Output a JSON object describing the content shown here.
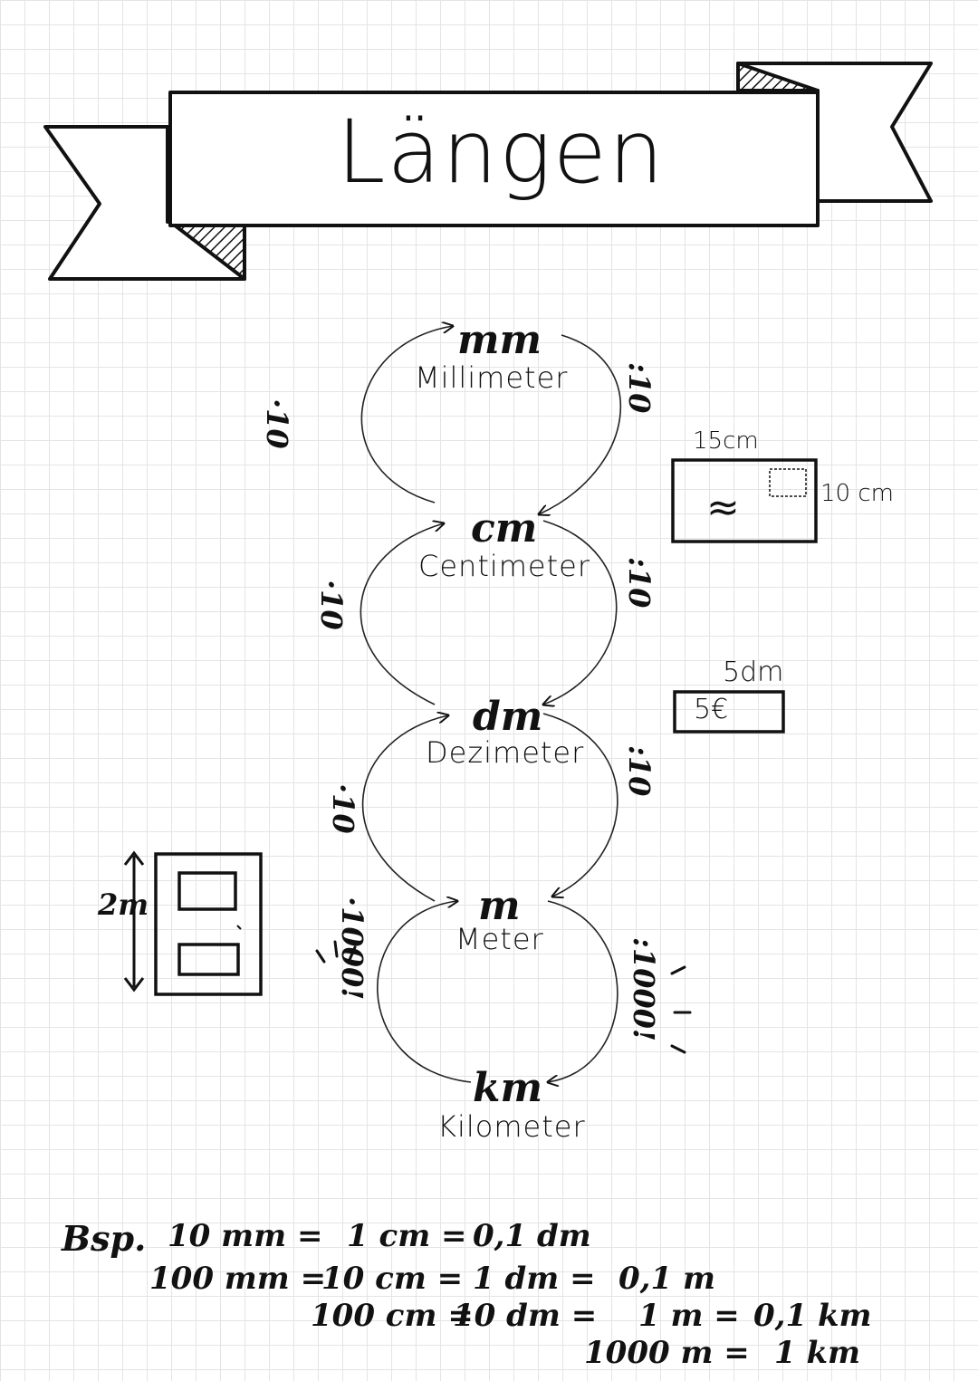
{
  "title": "Längen",
  "units": [
    {
      "symbol": "mm",
      "name": "Millimeter"
    },
    {
      "symbol": "cm",
      "name": "Centimeter"
    },
    {
      "symbol": "dm",
      "name": "Dezimeter"
    },
    {
      "symbol": "m",
      "name": "Meter"
    },
    {
      "symbol": "km",
      "name": "Kilometer"
    }
  ],
  "factors_left": [
    "·10",
    "·10",
    "·10",
    "·1000!"
  ],
  "factors_right": [
    ":10",
    ":10",
    ":10",
    ":1000!"
  ],
  "examples": {
    "envelope": {
      "width": "15cm",
      "height": "10 cm",
      "wave": "≈"
    },
    "banknote": {
      "width": "5dm",
      "label": "5€"
    },
    "door": {
      "height": "2m"
    }
  },
  "conversions": {
    "prefix": "Bsp.",
    "rows": [
      [
        "10 mm =",
        "1 cm =",
        "0,1 dm"
      ],
      [
        "100 mm =",
        "10 cm =",
        "1 dm =",
        "0,1 m"
      ],
      [
        "100 cm =",
        "10 dm =",
        "1 m =",
        "0,1 km"
      ],
      [
        "1000 m =",
        "1 km"
      ]
    ]
  }
}
